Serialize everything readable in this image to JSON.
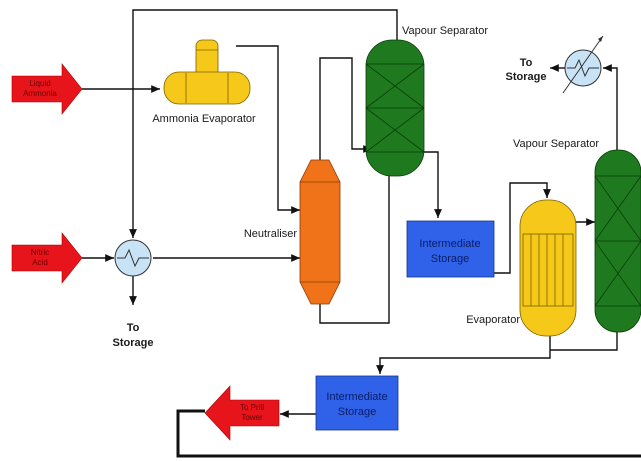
{
  "inputs": {
    "liquid_ammonia": {
      "line1": "Liquid",
      "line2": "Ammonia"
    },
    "nitric_acid": {
      "line1": "Nitric",
      "line2": "Acid"
    },
    "to_prill_tower": {
      "line1": "To Prill",
      "line2": "Tower"
    }
  },
  "labels": {
    "ammonia_evaporator": "Ammonia Evaporator",
    "vapour_separator_1": "Vapour Separator",
    "vapour_separator_2": "Vapour Separator",
    "neutraliser": "Neutraliser",
    "evaporator": "Evaporator",
    "to_storage_top": {
      "line1": "To",
      "line2": "Storage"
    },
    "to_storage_bottom": {
      "line1": "To",
      "line2": "Storage"
    }
  },
  "storage_boxes": {
    "intermediate_1": {
      "line1": "Intermediate",
      "line2": "Storage"
    },
    "intermediate_2": {
      "line1": "Intermediate",
      "line2": "Storage"
    }
  },
  "colors": {
    "feed_arrow": "#e8141b",
    "evaporator_yellow": "#f6c81a",
    "separator_green": "#1f7a1f",
    "neutraliser_orange": "#f0731a",
    "storage_blue": "#2f62e8",
    "exchanger_blue": "#c9e3f6"
  }
}
